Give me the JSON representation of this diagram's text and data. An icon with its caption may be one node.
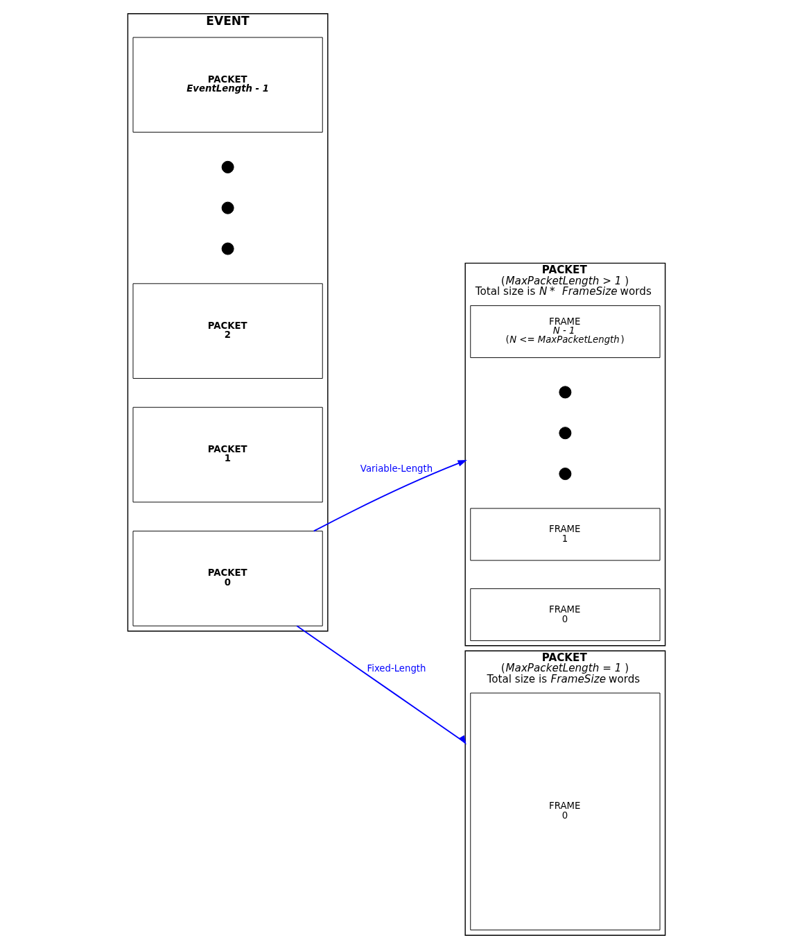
{
  "diagram": {
    "nodes": [
      {
        "text": [
          "EVENT"
        ]
      },
      {
        "text": [
          "PACKET",
          "0"
        ],
        "in": 0
      },
      {
        "text": [
          "PACKET",
          "1"
        ],
        "in": 0
      },
      {
        "text": [
          "PACKET",
          "2"
        ],
        "in": 0
      },
      {
        "text": [],
        "shape": "circle",
        "in": 0
      },
      {
        "text": [],
        "shape": "circle",
        "in": 0
      },
      {
        "text": [],
        "shape": "circle",
        "in": 0
      },
      {
        "text": [
          "PACKET",
          "EventLength - 1"
        ],
        "in": 0
      },
      {
        "text": [
          "PACKET",
          "(*MaxPacketLength > 1*)",
          "Total size is *N* * *FrameSize* words"
        ]
      },
      {
        "text": [
          "FRAME",
          "0"
        ],
        "in": 8
      },
      {
        "text": [
          "FRAME",
          "1"
        ],
        "in": 8
      },
      {
        "text": [],
        "shape": "circle",
        "in": 8
      },
      {
        "text": [],
        "shape": "circle",
        "in": 8
      },
      {
        "text": [],
        "shape": "circle",
        "in": 8
      },
      {
        "text": [
          "FRAME",
          "*N - 1*",
          "(*N <= MaxPacketLength*)"
        ],
        "in": 8
      },
      {
        "text": [
          "PACKET",
          "(*MaxPacketLength = 1*)",
          "Total size is *FrameSize* words"
        ]
      },
      {
        "text": [
          "FRAME",
          "0"
        ],
        "in": 15
      }
    ],
    "edges": [
      {
        "from": 1,
        "to": 8,
        "arrow": "to",
        "label": "Variable-Length"
      },
      {
        "from": 1,
        "to": 15,
        "arrow": "to",
        "label": "Fixed-Length"
      }
    ]
  }
}
